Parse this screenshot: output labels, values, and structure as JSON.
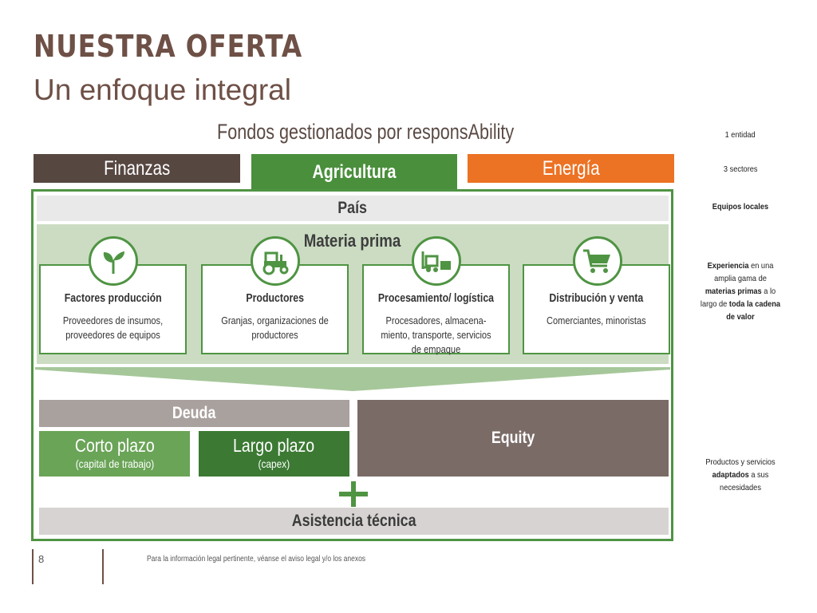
{
  "header": {
    "title": "NUESTRA OFERTA",
    "subtitle": "Un enfoque integral",
    "funds_label": "Fondos gestionados por responsAbility"
  },
  "sectors": {
    "finanzas": "Finanzas",
    "agricultura": "Agricultura",
    "energia": "Energía"
  },
  "diagram": {
    "pais": "País",
    "materia_prima": "Materia prima",
    "cards": [
      {
        "title": "Factores producción",
        "desc": "Proveedores de insumos, proveedores de equipos",
        "icon": "sprout-icon"
      },
      {
        "title": "Productores",
        "desc": "Granjas, organizaciones de productores",
        "icon": "tractor-icon"
      },
      {
        "title": "Procesamiento/ logística",
        "desc": "Procesadores, almacena-miento, transporte, servicios de empaque",
        "icon": "forklift-icon"
      },
      {
        "title": "Distribución y venta",
        "desc": "Comerciantes, minoristas",
        "icon": "shopping-cart-icon"
      }
    ],
    "deuda": "Deuda",
    "equity": "Equity",
    "corto_plazo": "Corto plazo",
    "corto_plazo_sub": "(capital de trabajo)",
    "largo_plazo": "Largo plazo",
    "largo_plazo_sub": "(capex)",
    "asistencia": "Asistencia técnica"
  },
  "sidebar": {
    "entidad": "1 entidad",
    "sectores": "3 sectores",
    "equipos": "Equipos locales",
    "experiencia_bold": "Experiencia",
    "experiencia_1": " en una amplia gama de ",
    "experiencia_bold2": "materias primas",
    "experiencia_2": " a lo largo de ",
    "experiencia_bold3": "toda la cadena de valor",
    "productos_1": "Productos y servicios ",
    "productos_bold": "adaptados",
    "productos_2": " a sus necesidades"
  },
  "footer": {
    "page_number": "8",
    "legal": "Para la información legal pertinente, véanse el aviso legal y/o los anexos"
  },
  "colors": {
    "brown": "#6e5046",
    "dark_brown": "#574741",
    "green": "#4a8f3c",
    "orange": "#ec7224",
    "light_green": "#cbdcc2"
  }
}
